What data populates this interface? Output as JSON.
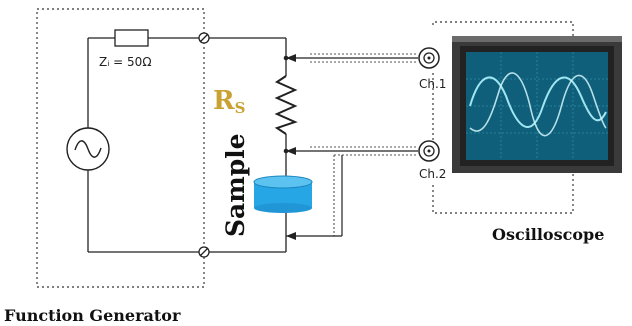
{
  "labels": {
    "impedance": "Zᵢ = 50Ω",
    "resistor_main": "R",
    "resistor_sub": "S",
    "sample": "Sample",
    "ch1": "Ch.1",
    "ch2": "Ch.2",
    "oscilloscope": "Oscilloscope",
    "function_generator": "Function Generator"
  },
  "colors": {
    "resistor_label": "#c9a233",
    "sample_label": "#27a6e6",
    "sample_body": "#27a6e6",
    "screen_bg": "#0f5f7a",
    "wave": "#9fe6f2"
  }
}
